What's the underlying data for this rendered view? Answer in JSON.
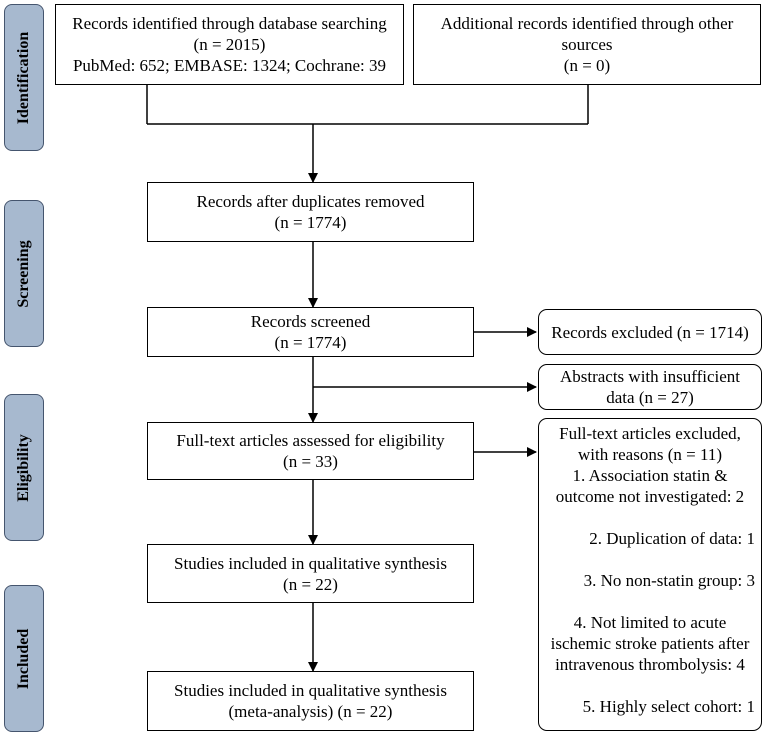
{
  "stages": {
    "identification": "Identification",
    "screening": "Screening",
    "eligibility": "Eligibility",
    "included": "Included"
  },
  "boxes": {
    "database": [
      "Records identified through database searching",
      "(n = 2015)",
      "PubMed: 652; EMBASE: 1324; Cochrane: 39"
    ],
    "other": [
      "Additional records identified through other",
      "sources",
      "(n = 0)"
    ],
    "duplicates": [
      "Records after duplicates removed",
      "(n = 1774)"
    ],
    "screened": [
      "Records screened",
      "(n = 1774)"
    ],
    "fulltext": [
      "Full-text articles assessed for eligibility",
      "(n = 33)"
    ],
    "qualitative": [
      "Studies included in qualitative synthesis",
      "(n = 22)"
    ],
    "quantitative": [
      "Studies included in qualitative synthesis",
      "(meta-analysis) (n = 22)"
    ],
    "records_excluded": [
      "Records excluded (n = 1714)"
    ],
    "abstracts": [
      "Abstracts with insufficient",
      "data (n = 27)"
    ],
    "fulltext_excluded": {
      "header": [
        "Full-text articles excluded,",
        "with reasons (n = 11)"
      ],
      "reasons": [
        [
          "1. Association statin &",
          "outcome not investigated: 2"
        ],
        [
          "2. Duplication of data: 1"
        ],
        [
          "3. No non-statin group: 3"
        ],
        [
          "4. Not limited to acute",
          "ischemic stroke patients after",
          "intravenous thrombolysis: 4"
        ],
        [
          "5. Highly select cohort: 1"
        ]
      ]
    }
  },
  "colors": {
    "stage_fill": "#a7b9cf",
    "stage_border": "#45556e",
    "line": "#000000"
  }
}
